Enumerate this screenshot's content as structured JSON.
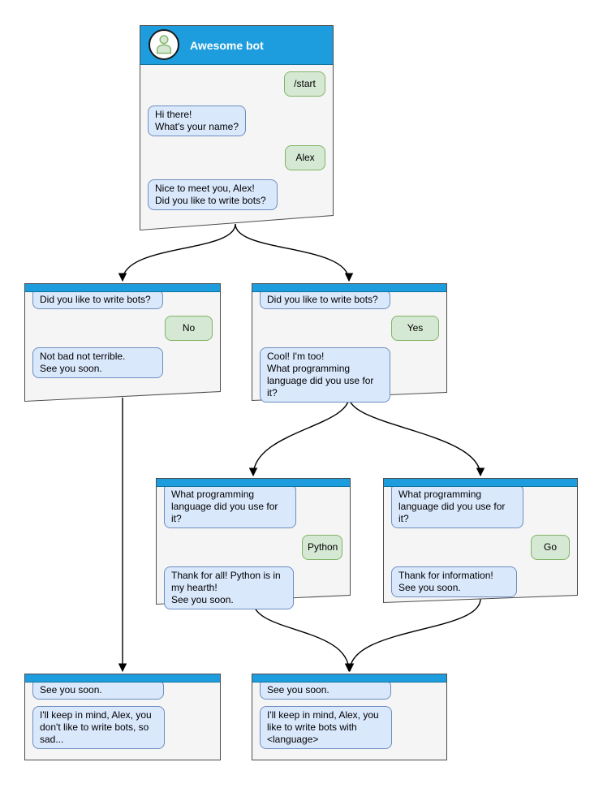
{
  "colors": {
    "header-blue": "#1e9dde",
    "header-blue-border": "#10739e",
    "bot-bubble-fill": "#dae8fc",
    "bot-bubble-border": "#6c8ebf",
    "user-bubble-fill": "#d5e8d4",
    "user-bubble-border": "#82b366",
    "window-fill": "#f5f5f5",
    "window-border": "#4d4d4d",
    "arrow": "#000000"
  },
  "main_window": {
    "title": "Awesome bot",
    "avatar_icon": "person-icon",
    "messages": [
      {
        "from": "user",
        "text": "/start"
      },
      {
        "from": "bot",
        "text": "Hi there!\nWhat's your name?"
      },
      {
        "from": "user",
        "text": "Alex"
      },
      {
        "from": "bot",
        "text": "Nice to meet you, Alex!\nDid you like to write bots?"
      }
    ]
  },
  "branch_no_window": {
    "messages": [
      {
        "from": "bot",
        "text": "Did you like to write bots?"
      },
      {
        "from": "user",
        "text": "No"
      },
      {
        "from": "bot",
        "text": "Not bad not terrible.\nSee you soon."
      }
    ]
  },
  "branch_yes_window": {
    "messages": [
      {
        "from": "bot",
        "text": "Did you like to write bots?"
      },
      {
        "from": "user",
        "text": "Yes"
      },
      {
        "from": "bot",
        "text": "Cool! I'm too!\nWhat programming\nlanguage did you use for it?"
      }
    ]
  },
  "python_window": {
    "messages": [
      {
        "from": "bot",
        "text": "What programming\nlanguage did you use for it?"
      },
      {
        "from": "user",
        "text": "Python"
      },
      {
        "from": "bot",
        "text": "Thank for all! Python is in\nmy hearth!\nSee you soon."
      }
    ]
  },
  "go_window": {
    "messages": [
      {
        "from": "bot",
        "text": "What programming\nlanguage did you use for it?"
      },
      {
        "from": "user",
        "text": "Go"
      },
      {
        "from": "bot",
        "text": "Thank for information!\nSee you soon."
      }
    ]
  },
  "end_no_window": {
    "messages": [
      {
        "from": "bot",
        "text": "See you soon."
      },
      {
        "from": "bot",
        "text": "I'll keep in mind, Alex, you\ndon't like to write bots, so\nsad..."
      }
    ]
  },
  "end_yes_window": {
    "messages": [
      {
        "from": "bot",
        "text": "See you soon."
      },
      {
        "from": "bot",
        "text": "I'll keep in mind, Alex, you\nlike to write bots with\n<language>"
      }
    ]
  }
}
